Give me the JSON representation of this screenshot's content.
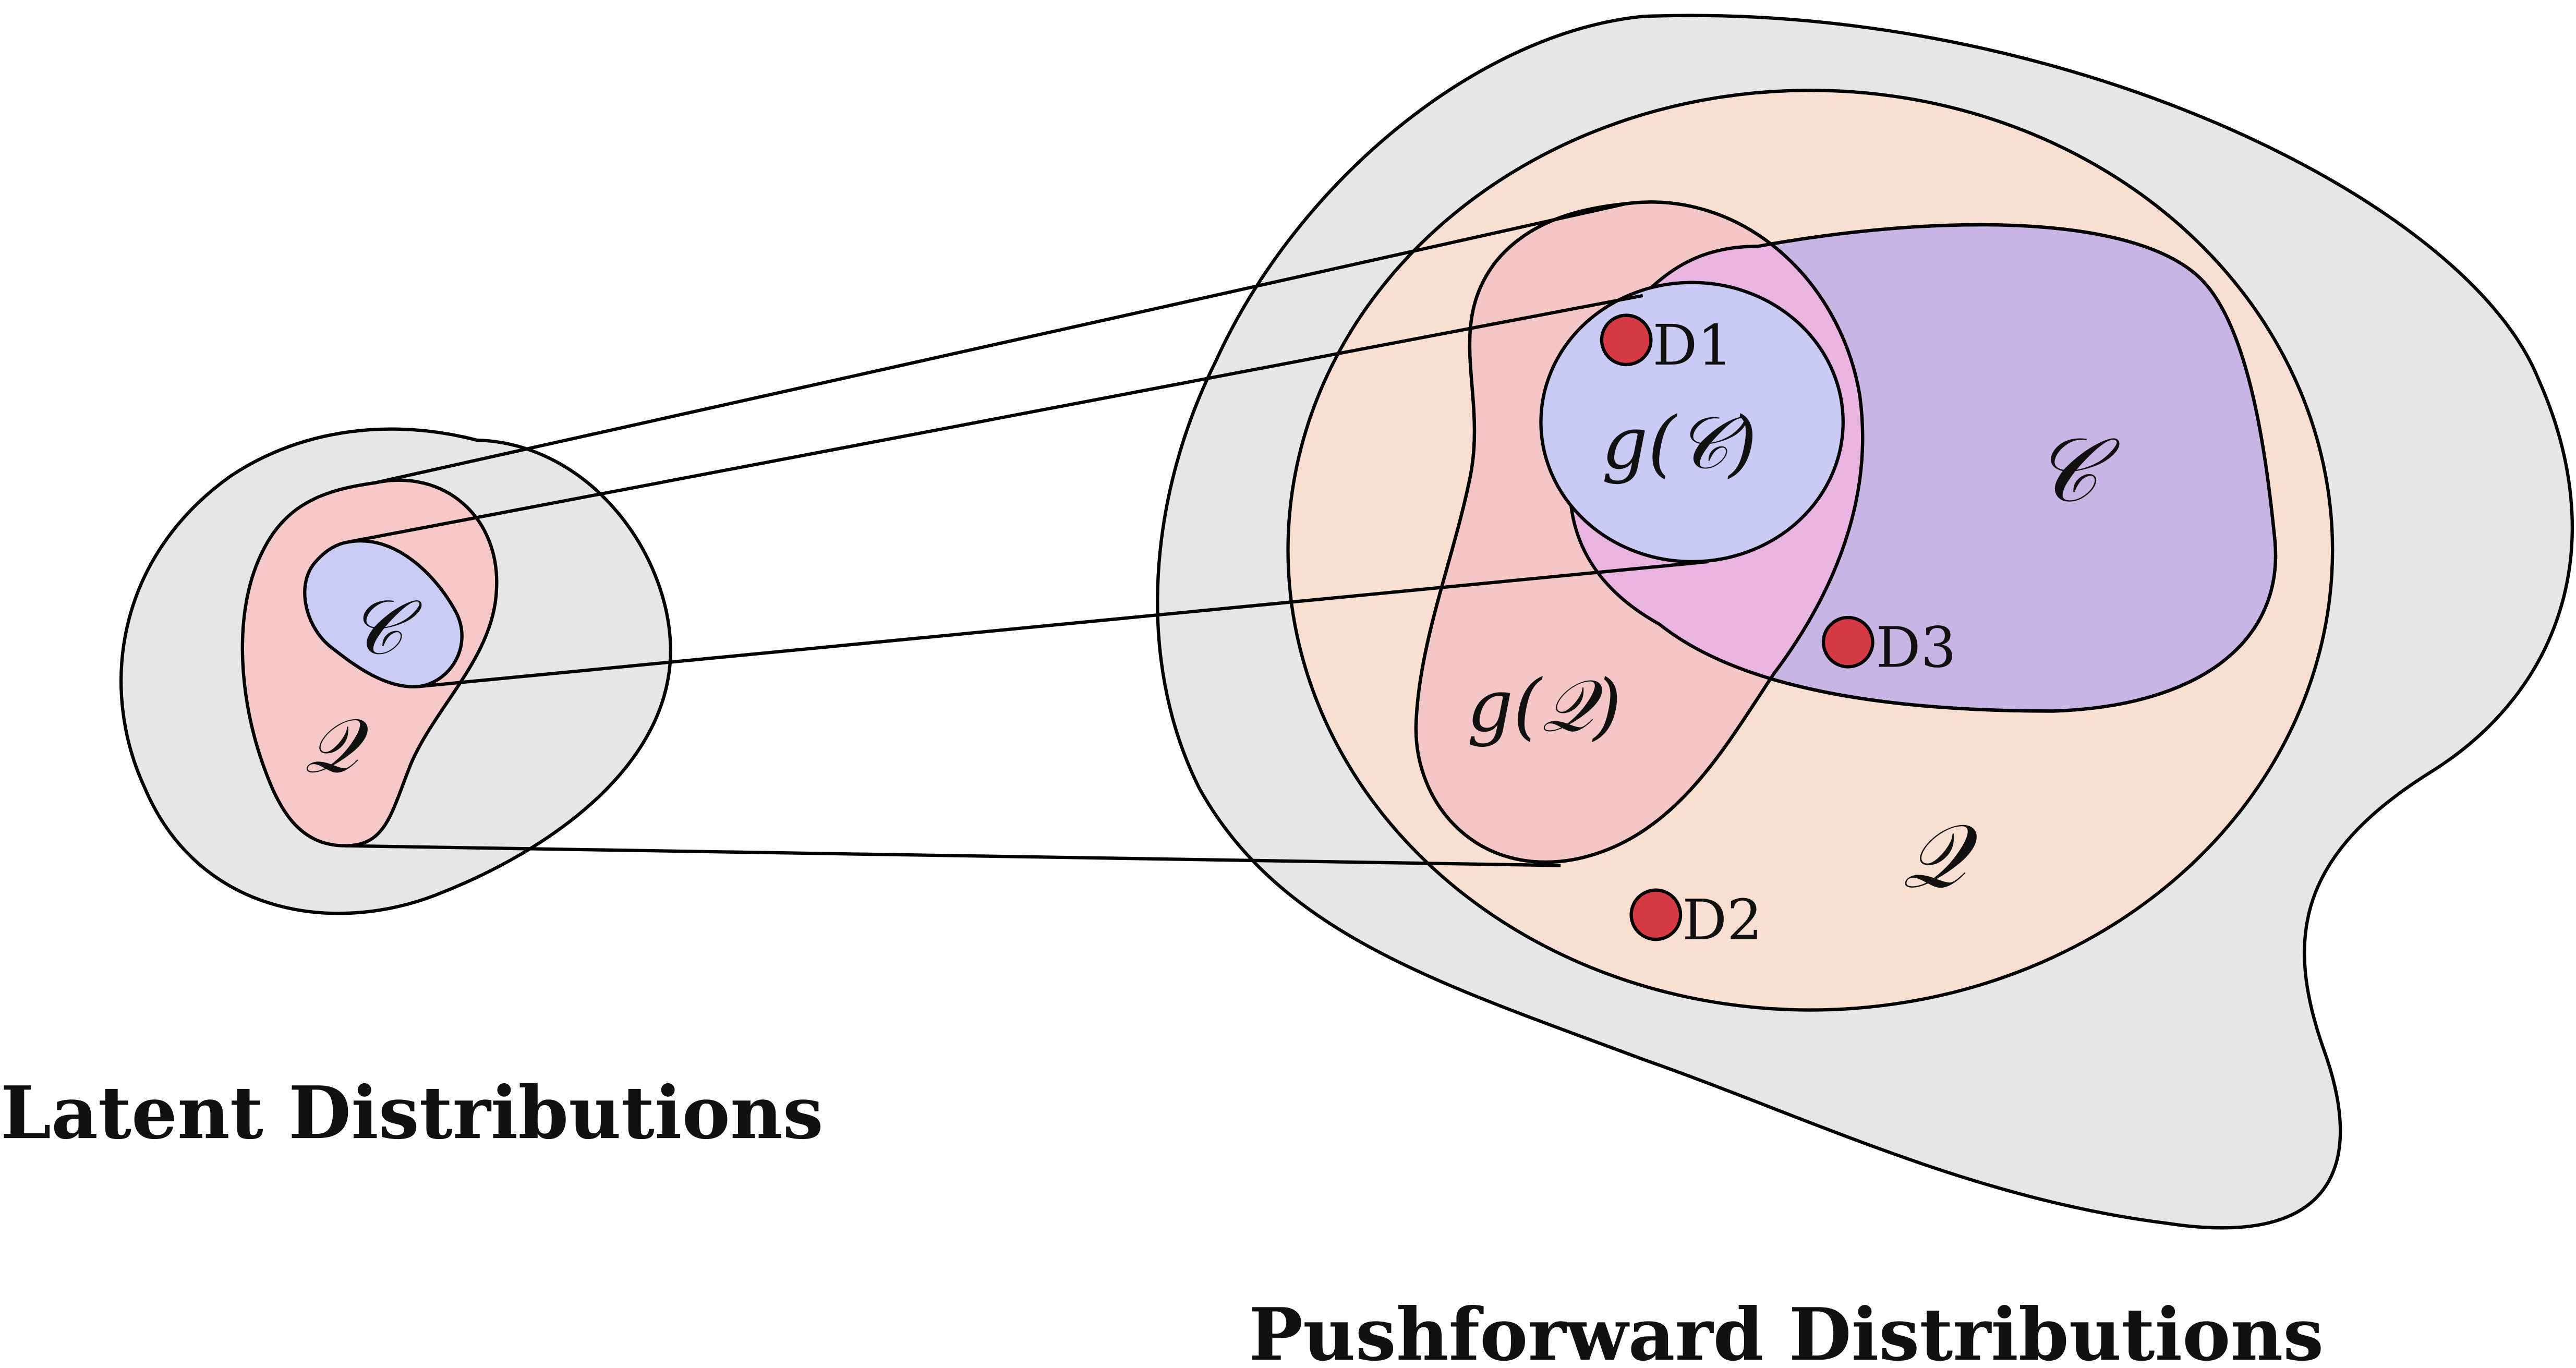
{
  "labels": {
    "latent": "Latent Distributions",
    "pushforward": "Pushforward Distributions"
  },
  "latent": {
    "C": "𝒞",
    "Q": "𝒬"
  },
  "pushforward": {
    "gC": "g(𝒞)",
    "gQ": "g(𝒬)",
    "C": "𝒞",
    "Q": "𝒬"
  },
  "points": [
    {
      "label": "D1"
    },
    {
      "label": "D2"
    },
    {
      "label": "D3"
    }
  ],
  "colors": {
    "outer_gray": "#e6e6e6",
    "Q_region": "#f8dfd2",
    "C_region": "#c9b5e4",
    "gQ_region": "#f4c6c6",
    "gQ_C_overlap": "#e9b4e2",
    "gC_region": "#cacaf5",
    "latent_Q": "#f5c9c7",
    "latent_C": "#cbccf4",
    "point": "#d63a44"
  }
}
